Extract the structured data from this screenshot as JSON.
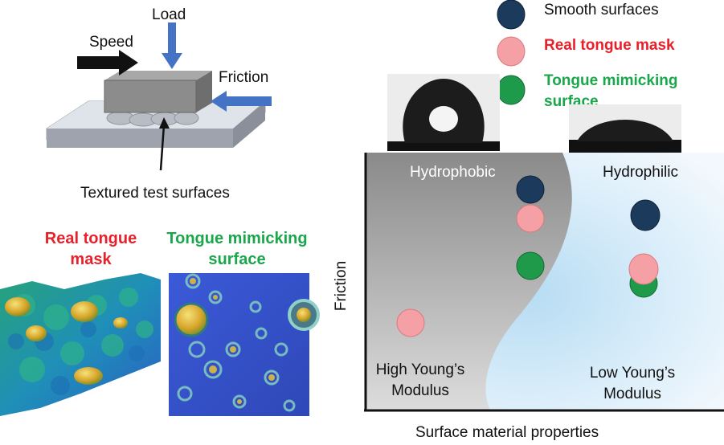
{
  "setup": {
    "load": "Load",
    "speed": "Speed",
    "friction": "Friction",
    "textured": "Textured test surfaces"
  },
  "panels": {
    "real_tongue_line1": "Real tongue",
    "real_tongue_line2": "mask",
    "mimic_line1": "Tongue mimicking",
    "mimic_line2": "surface"
  },
  "legend": {
    "smooth": "Smooth surfaces",
    "real": "Real tongue mask",
    "mimic_line1": "Tongue mimicking",
    "mimic_line2": "surface"
  },
  "plot": {
    "hydrophobic": "Hydrophobic",
    "hydrophilic": "Hydrophilic",
    "high_line1": "High Young’s",
    "high_line2": "Modulus",
    "low_line1": "Low Young’s",
    "low_line2": "Modulus",
    "ylabel": "Friction",
    "xlabel": "Surface material properties"
  },
  "colors": {
    "smooth": "#1b3a5c",
    "real": "#f5a0a4",
    "mimic": "#1f9a4a",
    "red_text": "#e8202a",
    "green_text": "#1aa64a"
  }
}
